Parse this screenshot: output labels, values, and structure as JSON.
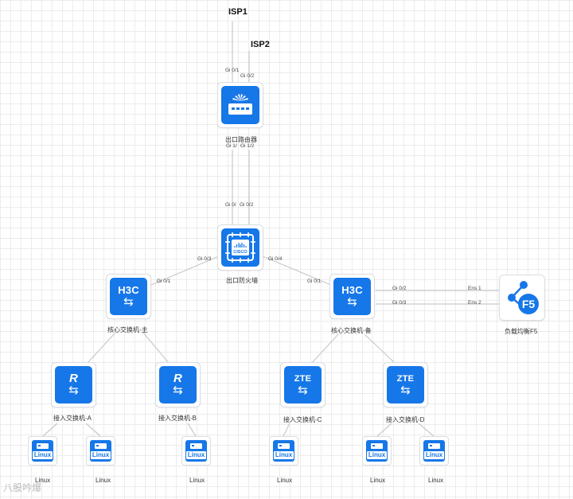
{
  "isp": {
    "isp1": "ISP1",
    "isp2": "ISP2"
  },
  "router": {
    "label": "出口路由器",
    "brand": "Huawei",
    "ports": {
      "up1": "Gi 0/1",
      "up2": "Gi 0/2",
      "down1": "Gi 1/",
      "down2": "Gi 1/2"
    }
  },
  "firewall": {
    "label": "出口防火墙",
    "brand": "CISCO",
    "ports": {
      "up1": "Gi 0/",
      "up2": "Gi 0/2",
      "left": "Gi 0/3",
      "right": "Gi 0/4"
    }
  },
  "core_main": {
    "label": "核心交换机-主",
    "brand": "H3C",
    "port_up": "Gi 0/1"
  },
  "core_backup": {
    "label": "核心交换机-备",
    "brand": "H3C",
    "port_up": "Gi 0/1",
    "port_f5_1": "Gi 0/2",
    "port_f5_2": "Gi 0/3"
  },
  "f5": {
    "label": "负载均衡F5",
    "brand": "F5",
    "port1": "Ens 1",
    "port2": "Ens 2"
  },
  "access": [
    {
      "label": "接入交换机-A",
      "brand": "R"
    },
    {
      "label": "接入交换机-B",
      "brand": "R"
    },
    {
      "label": "接入交换机-C",
      "brand": "ZTE"
    },
    {
      "label": "接入交换机-D",
      "brand": "ZTE"
    }
  ],
  "hosts": [
    {
      "tag": "Linux",
      "label": "Linux"
    },
    {
      "tag": "Linux",
      "label": "Linux"
    },
    {
      "tag": "Linux",
      "label": "Linux"
    },
    {
      "tag": "Linux",
      "label": "Linux"
    },
    {
      "tag": "Linux",
      "label": "Linux"
    },
    {
      "tag": "Linux",
      "label": "Linux"
    }
  ],
  "watermark": "八股吟爆"
}
